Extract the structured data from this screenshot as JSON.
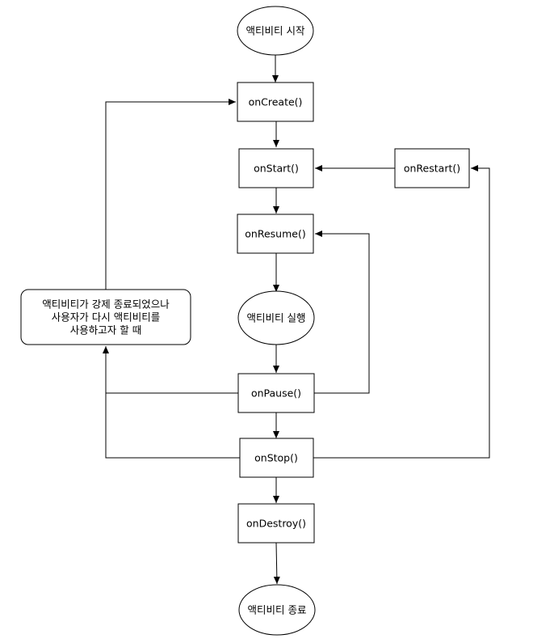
{
  "nodes": {
    "start": "액티비티 시작",
    "oncreate": "onCreate()",
    "onstart": "onStart()",
    "onrestart": "onRestart()",
    "onresume": "onResume()",
    "running": "액티비티 실행",
    "onpause": "onPause()",
    "onstop": "onStop()",
    "ondestroy": "onDestroy()",
    "end": "액티비티 종료"
  },
  "note": {
    "lines": [
      "액티비티가 강제 종료되었으나",
      "사용자가 다시 액티비티를",
      "사용하고자 할 때"
    ]
  }
}
